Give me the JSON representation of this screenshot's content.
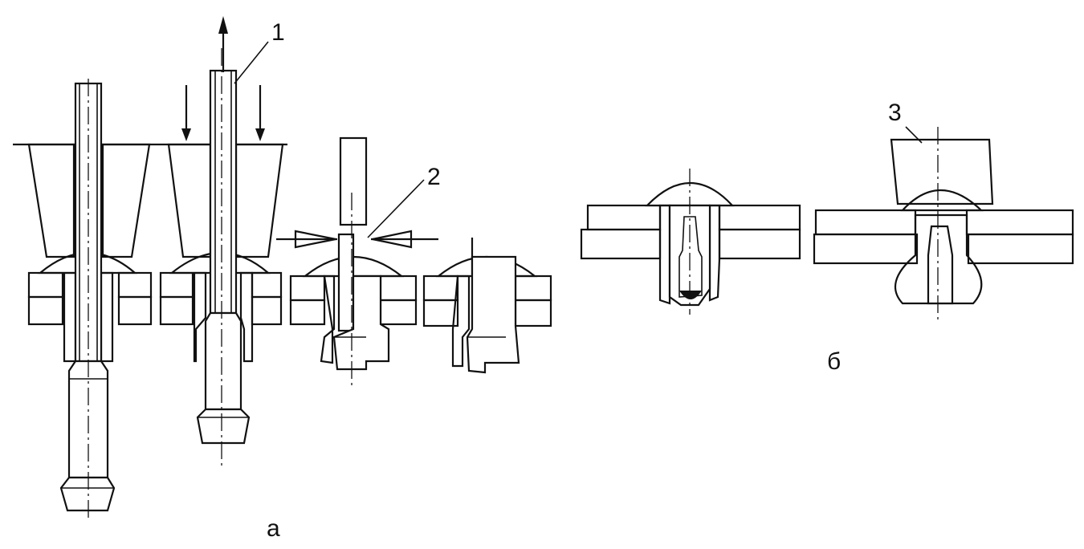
{
  "labels": {
    "part_1": "1",
    "part_2": "2",
    "part_3": "3",
    "view_a": "а",
    "view_b": "б"
  }
}
